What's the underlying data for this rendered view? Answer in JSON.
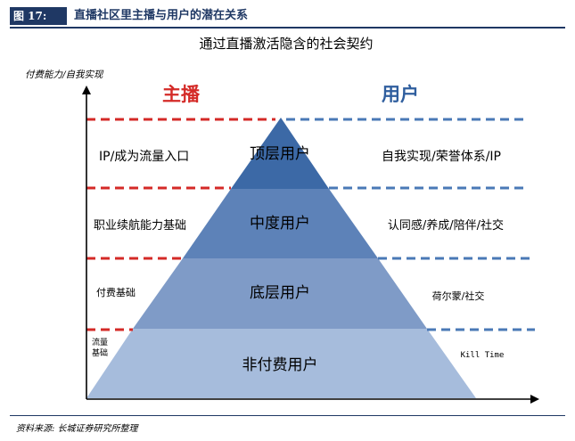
{
  "figure": {
    "label": "图 17:",
    "title": "直播社区里主播与用户的潜在关系",
    "source": "资料来源: 长城证券研究所整理"
  },
  "diagram": {
    "subtitle": "通过直播激活隐含的社会契约",
    "y_axis_label": "付费能力/自我实现",
    "left_heading": "主播",
    "right_heading": "用户",
    "levels": [
      {
        "name": "顶层用户",
        "left": "IP/成为流量入口",
        "right": "自我实现/荣誉体系/IP",
        "color": "#3c69a6"
      },
      {
        "name": "中度用户",
        "left": "职业续航能力基础",
        "right": "认同感/养成/陪伴/社交",
        "color": "#5d82b8"
      },
      {
        "name": "底层用户",
        "left": "付费基础",
        "right": "荷尔蒙/社交",
        "color": "#7f9bc7"
      },
      {
        "name": "非付费用户",
        "left_lines": [
          "流量",
          "基础"
        ],
        "right": "Kill Time",
        "color": "#a6bcdc"
      }
    ],
    "colors": {
      "left_dash": "#d42a27",
      "right_dash": "#4a79b6",
      "axis": "#000000"
    }
  }
}
